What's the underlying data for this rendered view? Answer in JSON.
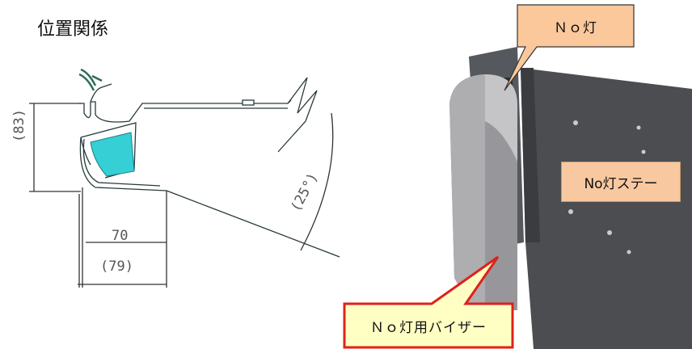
{
  "title": "位置関係",
  "dimensions": {
    "height_label": "(83)",
    "width_inner_label": "70",
    "width_outer_label": "(79)",
    "angle_label": "(25°)"
  },
  "callouts": {
    "lamp": "Ｎｏ灯",
    "stay": "No灯ステー",
    "visor": "Ｎｏ灯用バイザー"
  },
  "colors": {
    "callout_fill": "#fbc89b",
    "visor_border": "#e0201b",
    "visor_fill": "#ffffc4",
    "lens": "#35cfd5",
    "drawing_line": "#2a3a3a"
  }
}
